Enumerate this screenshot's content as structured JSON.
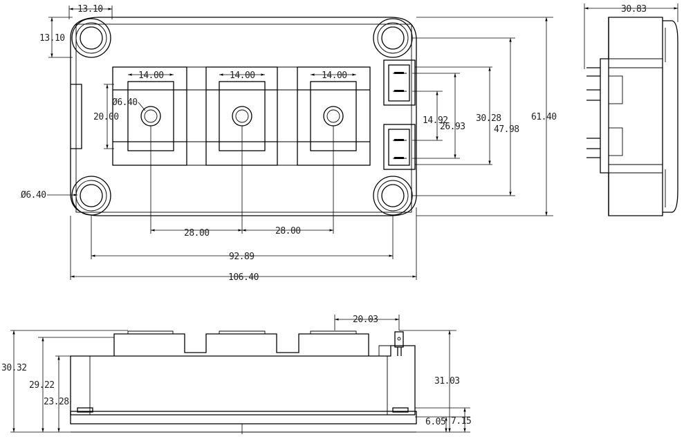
{
  "dimensions": {
    "hole_offset_x": "13.10",
    "hole_offset_y": "13.10",
    "side_depth": "30.83",
    "terminal_width_1": "14.00",
    "terminal_width_2": "14.00",
    "terminal_width_3": "14.00",
    "screw_diameter": "Ø6.40",
    "terminal_height": "20.00",
    "pin_spacing_inner": "14.92",
    "pin_spacing_mid": "26.93",
    "pin_spacing_outer": "30.28",
    "hole_spacing_vertical": "47.98",
    "total_height": "61.40",
    "mount_hole_diameter": "Ø6.40",
    "terminal_pitch_1": "28.00",
    "terminal_pitch_2": "28.00",
    "hole_spacing_horizontal": "92.89",
    "total_length": "106.40",
    "pin_offset": "20.03",
    "height_total": "30.32",
    "height_upper": "29.22",
    "height_housing": "23.28",
    "pin_height": "31.03",
    "base_height": "6.05",
    "base_pin_height": "7.15"
  }
}
